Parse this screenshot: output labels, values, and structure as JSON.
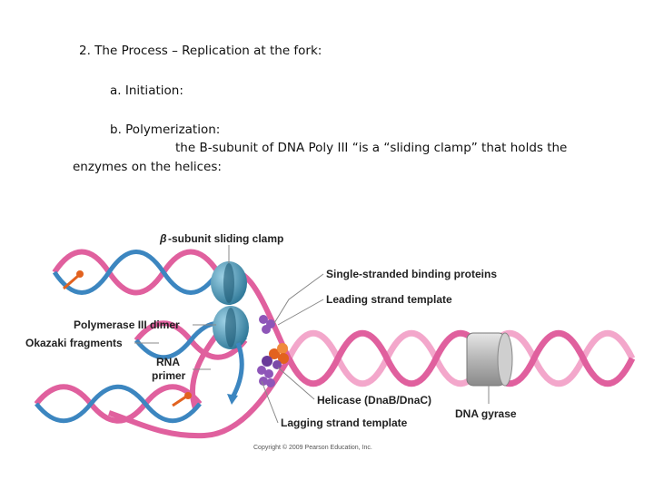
{
  "slide": {
    "heading": "2. The Process – Replication at the fork:",
    "item_a": "a. Initiation:",
    "item_b": "b. Polymerization:",
    "desc_line1": "the B-subunit of DNA Poly III “is a “sliding clamp” that holds the",
    "desc_line2": "enzymes on the helices:"
  },
  "figure": {
    "labels": {
      "beta_prefix": "β",
      "beta_rest": "-subunit sliding clamp",
      "ssb": "Single-stranded binding proteins",
      "leading": "Leading strand template",
      "pol3": "Polymerase III dimer",
      "okazaki": "Okazaki fragments",
      "rna1": "RNA",
      "rna2": "primer",
      "helicase": "Helicase (DnaB/DnaC)",
      "gyrase": "DNA gyrase",
      "lagging": "Lagging strand template",
      "copyright": "Copyright © 2009 Pearson Education, Inc."
    },
    "colors": {
      "dna_pink": "#e0609e",
      "dna_light": "#f3a7cb",
      "dna_blue": "#3c86c0",
      "clamp_teal": "#3f8fb0",
      "ssb_purple": "#8e56b8",
      "helicase_orange": "#e2621f",
      "gyrase_gray": "#b5b5b5"
    }
  }
}
